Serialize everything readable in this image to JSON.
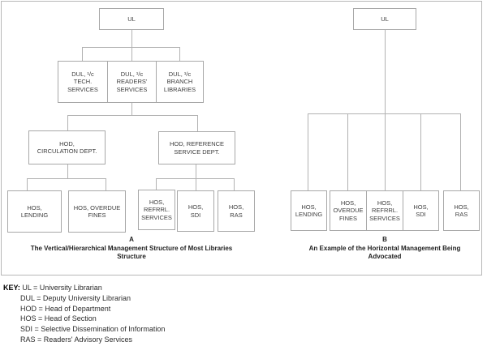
{
  "diagram_a": {
    "boxes": {
      "ul": [
        "UL"
      ],
      "dul_tech": [
        "DUL, ¹/c",
        "TECH.",
        "SERVICES"
      ],
      "dul_readers": [
        "DUL, ¹/c",
        "READERS'",
        "SERVICES"
      ],
      "dul_branch": [
        "DUL, ¹/c",
        "BRANCH",
        "LIBRARIES"
      ],
      "hod_circulation": [
        "HOD,",
        "CIRCULATION DEPT."
      ],
      "hod_reference": [
        "HOD, REFERENCE",
        "SERVICE DEPT."
      ],
      "hos_lending": [
        "HOS,",
        "LENDING"
      ],
      "hos_overdue": [
        "HOS, OVERDUE",
        "FINES"
      ],
      "hos_refrrl": [
        "HOS,",
        "REFRRL.",
        "SERVICES"
      ],
      "hos_sdi": [
        "HOS,",
        "SDI"
      ],
      "hos_ras": [
        "HOS,",
        "RAS"
      ]
    },
    "caption_letter": "A",
    "caption_line1": "The Vertical/Hierarchical Management Structure of Most Libraries",
    "caption_line2": "Structure"
  },
  "diagram_b": {
    "boxes": {
      "ul": [
        "UL"
      ],
      "hos_lending": [
        "HOS,",
        "LENDING"
      ],
      "hos_overdue": [
        "HOS,",
        "OVERDUE",
        "FINES"
      ],
      "hos_refrrl": [
        "HOS,",
        "REFRRL.",
        "SERVICES"
      ],
      "hos_sdi": [
        "HOS,",
        "SDI"
      ],
      "hos_ras": [
        "HOS,",
        "RAS"
      ]
    },
    "caption_letter": "B",
    "caption_line1": "An Example of the Horizontal Management Being",
    "caption_line2": "Advocated"
  },
  "key": {
    "label": "KEY:",
    "entries": [
      "UL = University Librarian",
      "DUL = Deputy University Librarian",
      "HOD = Head of Department",
      "HOS = Head of Section",
      "SDI = Selective Dissemination of Information",
      "RAS = Readers' Advisory Services"
    ]
  },
  "colors": {
    "line": "#b2b2b2",
    "box_border": "#a8a8a8",
    "text": "#3d3d3d"
  }
}
